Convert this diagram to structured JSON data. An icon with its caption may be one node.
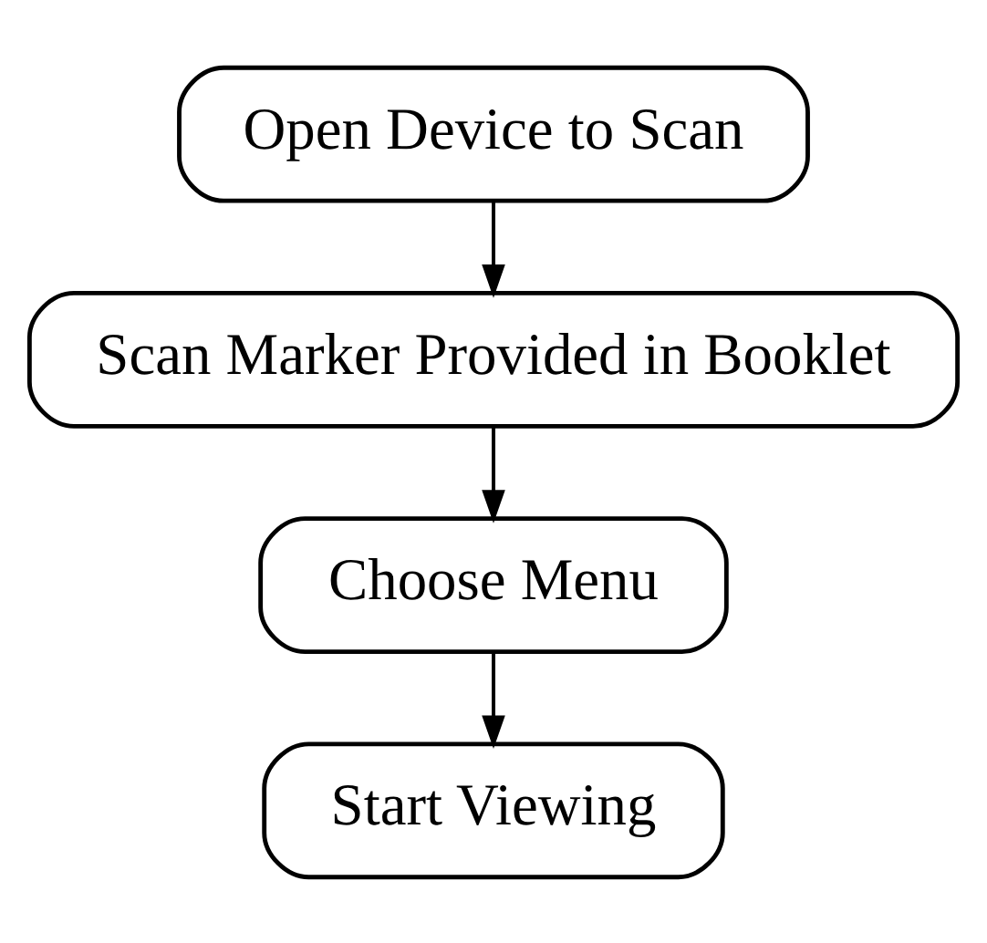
{
  "diagram": {
    "nodes": [
      {
        "text": [
          "Open Device to Scan"
        ]
      },
      {
        "text": [
          "Scan Marker Provided in Booklet"
        ]
      },
      {
        "text": [
          "Choose Menu"
        ]
      },
      {
        "text": [
          "Start Viewing"
        ]
      }
    ],
    "edges": [
      {
        "from": 0,
        "to": 1,
        "arrow": "to"
      },
      {
        "from": 1,
        "to": 2,
        "arrow": "to"
      },
      {
        "from": 2,
        "to": 3,
        "arrow": "to"
      }
    ]
  }
}
